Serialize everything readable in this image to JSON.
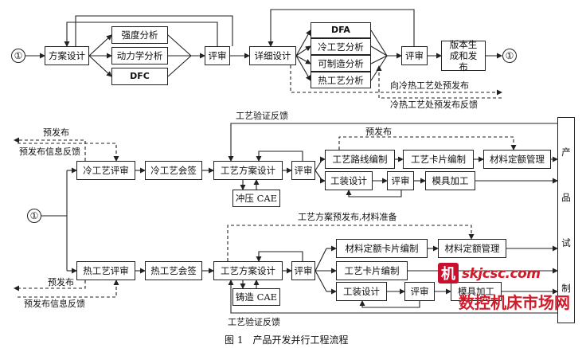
{
  "top": {
    "scheme_design": "方案设计",
    "strength": "强度分析",
    "dynamics": "动力学分析",
    "dfc": "DFC",
    "review1": "评审",
    "detail_design": "详细设计",
    "dfa": "DFA",
    "cold_analysis": "冷工艺分析",
    "manuf_analysis": "可制造分析",
    "hot_analysis": "热工艺分析",
    "review2": "评审",
    "version_release": "版本生成和发布",
    "circle": "①",
    "to_hot_cold": "向冷热工艺处预发布",
    "feedback": "冷热工艺处预发布反馈"
  },
  "middle": {
    "process_feedback_top": "工艺验证反馈",
    "pre_release": "预发布",
    "pre_release_info_feedback": "预发布信息反馈",
    "cold_review": "冷工艺评审",
    "cold_sign": "冷工艺会签",
    "plan_design": "工艺方案设计",
    "review": "评审",
    "route_edit": "工艺路线编制",
    "card_edit": "工艺卡片编制",
    "material_mgmt": "材料定额管理",
    "pre_release2": "预发布",
    "stamping_cae": "冲压 CAE",
    "tooling": "工装设计",
    "review_t": "评审",
    "mold_proc": "模具加工",
    "circle": "①",
    "hot_pre": "工艺方案预发布,材料准备",
    "hot_review": "热工艺评审",
    "hot_sign": "热工艺会签",
    "plan_design2": "工艺方案设计",
    "review2": "评审",
    "mat_card": "材料定额卡片编制",
    "material_mgmt2": "材料定额管理",
    "card_edit2": "工艺卡片编制",
    "casting_cae": "铸造 CAE",
    "tooling2": "工装设计",
    "review_t2": "评审",
    "mold_proc2": "模具加工",
    "pre_release3": "预发布",
    "pre_release_info_feedback2": "预发布信息反馈",
    "process_feedback_bottom": "工艺验证反馈",
    "trial": [
      "产",
      "品",
      "试",
      "制"
    ]
  },
  "caption": "图 1　产品开发并行工程流程",
  "watermark": {
    "logo": "机",
    "url": "skjcsc.com",
    "name": "数控机床市场网"
  }
}
